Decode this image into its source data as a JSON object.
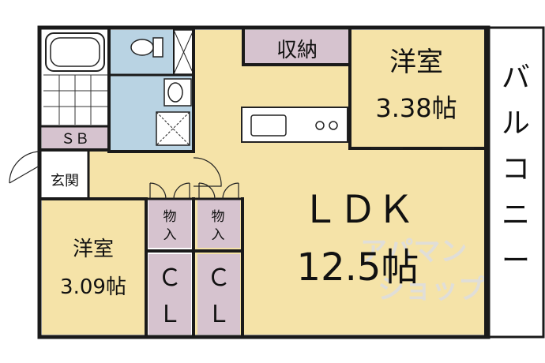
{
  "colors": {
    "wall": "#1a1a1a",
    "ldk_floor": "#f5e3a8",
    "room_floor": "#f5e3a8",
    "wet_area": "#b9d3e3",
    "closet": "#d6c3cf",
    "entrance": "#ffffff",
    "balcony": "#ffffff",
    "watermark": "#cfcfcf"
  },
  "rooms": {
    "storage_top": {
      "label": "収納"
    },
    "western_room_1": {
      "label": "洋室",
      "size": "3.38帖"
    },
    "ldk": {
      "label": "ＬＤＫ",
      "size": "12.5帖"
    },
    "balcony": {
      "label": "バルコニー"
    },
    "western_room_2": {
      "label": "洋室",
      "size": "3.09帖"
    },
    "shoe_box": {
      "label": "ＳＢ"
    },
    "entrance": {
      "label": "玄関"
    },
    "closet_1": {
      "label_top": "物",
      "label_bottom": "入"
    },
    "closet_2": {
      "label_top": "物",
      "label_bottom": "入"
    },
    "cl_1": {
      "label_top": "Ｃ",
      "label_bottom": "Ｌ"
    },
    "cl_2": {
      "label_top": "Ｃ",
      "label_bottom": "Ｌ"
    }
  },
  "icons": [
    "bathtub-icon",
    "toilet-icon",
    "washbasin-icon",
    "washing-machine-pan-icon",
    "kitchen-sink-icon",
    "stove-icon"
  ],
  "watermark": {
    "line1": "アパマン",
    "line2": "ショップ"
  }
}
